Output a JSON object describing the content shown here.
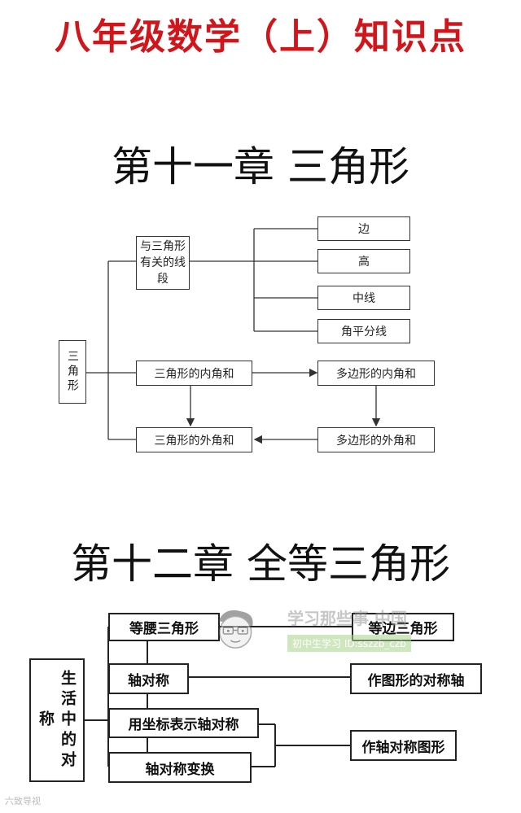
{
  "title": "八年级数学（上）知识点",
  "chapter11": {
    "heading": "第十一章  三角形",
    "root": "三角形",
    "group": "与三角形有关的线段",
    "segments": [
      "边",
      "高",
      "中线",
      "角平分线"
    ],
    "interior": "三角形的内角和",
    "exterior": "三角形的外角和",
    "poly_interior": "多边形的内角和",
    "poly_exterior": "多边形的外角和"
  },
  "chapter12": {
    "heading": "第十二章  全等三角形",
    "root": "生活中的对称",
    "items": [
      "等腰三角形",
      "轴对称",
      "用坐标表示轴对称",
      "轴对称变换"
    ],
    "right": [
      "等边三角形",
      "作图形的对称轴",
      "作轴对称图形"
    ]
  },
  "watermark": {
    "text": "学习那些事 中国",
    "sub": "初中生学习 ID:sszzb_czb"
  },
  "corner_mark": "六致导视"
}
